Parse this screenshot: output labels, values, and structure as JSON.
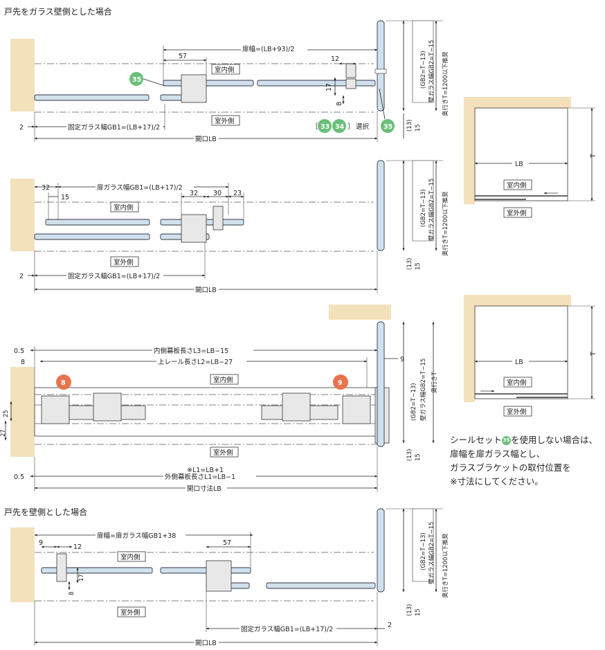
{
  "headings": {
    "glass_wall_side": "戸先をガラス壁側とした場合",
    "wall_side": "戸先を壁側とした場合"
  },
  "labels": {
    "indoor": "室内側",
    "outdoor": "室外側",
    "select": "選択",
    "bracket_open": "［",
    "bracket_close": "］"
  },
  "badges": {
    "seal_set": "35",
    "opt_a": "33",
    "opt_b": "34",
    "part_8": "8",
    "part_9": "9"
  },
  "colors": {
    "glass": "#cfe1ec",
    "wall": "#f3e1bb",
    "badge_green": "#6abf7b",
    "badge_orange": "#e8744c",
    "line": "#222222"
  },
  "dims": {
    "d1_door_width": "扉幅=(LB+93)/2",
    "d1_57": "57",
    "d1_12": "12",
    "d1_17": "17",
    "d1_8": "8",
    "d1_2": "2",
    "d1_fixed": "固定ガラス幅GB1=(LB+17)/2",
    "d1_opening": "開口LB",
    "d2_door_glass": "扉ガラス幅GB1=(LB+17)/2",
    "d2_32a": "32",
    "d2_15": "15",
    "d2_32b": "32",
    "d2_30": "30",
    "d2_23": "23",
    "d2_2": "2",
    "d2_fixed": "固定ガラス幅GB1=(LB+17)/2",
    "d2_opening": "開口LB",
    "d3_05a": "0.5",
    "d3_inner": "内側幕板長さL3=LB−15",
    "d3_8": "8",
    "d3_rail": "上レール長さL2=LB−27",
    "d3_9": "9",
    "d3_l1": "※L1=LB+1",
    "d3_outer": "外側幕板長さL1=LB−1",
    "d3_05b": "0.5",
    "d3_opening": "開口寸法LB",
    "d3_27": "27",
    "d3_25": "25",
    "d4_door": "扉幅=扉ガラス幅GB1+38",
    "d4_9": "9",
    "d4_12": "12",
    "d4_57": "57",
    "d4_17": "17",
    "d4_8": "8",
    "d4_fixed": "固定ガラス幅GB1=(LB+17)/2",
    "d4_2": "2",
    "d4_opening": "開口LB",
    "v_gb2": "(GB2=T−13)",
    "v_wall_gb2": "壁ガラス幅GB2=T−15",
    "v_depth_rec": "奥行きT=1200以下推奨",
    "v_depth": "奥行きT",
    "v_13": "(13)",
    "v_15": "15",
    "plan_lb": "LB",
    "plan_t": "T"
  },
  "note": {
    "line1_a": "シールセット",
    "line1_b": "を使用しない場合は、",
    "line2": "扉幅を扉ガラス幅とし、",
    "line3": "ガラスブラケットの取付位置を",
    "line4": "※寸法にしてください。"
  }
}
